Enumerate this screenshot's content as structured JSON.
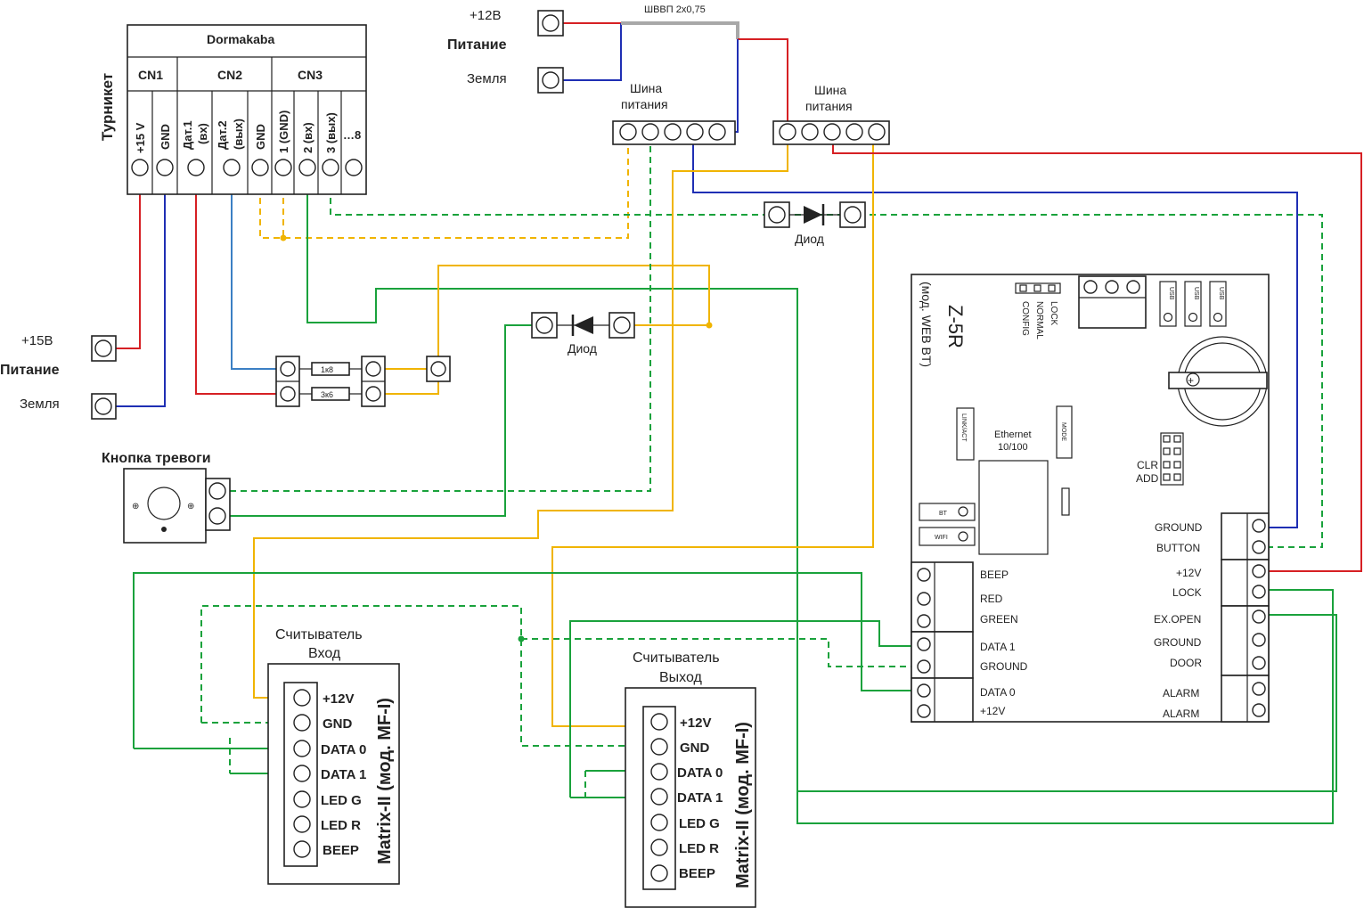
{
  "colors": {
    "red": "#d62024",
    "blue": "#1f2fb4",
    "green": "#1aa23c",
    "yellow": "#f0b400",
    "light_blue": "#3b7fc4",
    "cable": "#a8a8a8"
  },
  "power12": {
    "plus": "+12В",
    "title": "Питание",
    "ground": "Земля",
    "cable": "ШВВП 2х0,75"
  },
  "bus": {
    "label_line1": "Шина",
    "label_line2": "питания"
  },
  "turnstile": {
    "side_label": "Турникет",
    "brand": "Dormakaba",
    "cn1": "CN1",
    "cn2": "CN2",
    "cn3": "CN3",
    "pins": [
      "+15 V",
      "GND",
      "Дат.1",
      "(вх)",
      "Дат.2",
      "(вых)",
      "GND",
      "1 (GND)",
      "2 (вх)",
      "3 (вых)",
      "…8"
    ]
  },
  "power15": {
    "plus": "+15В",
    "title": "Питание",
    "ground": "Земля"
  },
  "resistors": {
    "r1": "1к8",
    "r2": "3к6"
  },
  "diode": "Диод",
  "alarm_button": "Кнопка тревоги",
  "controller": {
    "model": "Z-5R",
    "variant": "(мод. WEB BT)",
    "modes": [
      "LOCK",
      "NORMAL",
      "CONFIG"
    ],
    "usb": "USB",
    "link": "LINK/ACT",
    "ethernet_line1": "Ethernet",
    "ethernet_line2": "10/100",
    "mode": "MODE",
    "bt": "BT",
    "wifi": "WIFI",
    "clr": "CLR",
    "add": "ADD",
    "left_terms": [
      "BEEP",
      "RED",
      "GREEN",
      "DATA 1",
      "GROUND",
      "DATA 0",
      "+12V"
    ],
    "right_terms": [
      "GROUND",
      "BUTTON",
      "+12V",
      "LOCK",
      "EX.OPEN",
      "GROUND",
      "DOOR",
      "ALARM",
      "ALARM"
    ]
  },
  "reader_in": {
    "title_line1": "Считыватель",
    "title_line2": "Вход",
    "model": "Matrix-II (мод. MF-I)",
    "pins": [
      "+12V",
      "GND",
      "DATA 0",
      "DATA 1",
      "LED G",
      "LED R",
      "BEEP"
    ]
  },
  "reader_out": {
    "title_line1": "Считыватель",
    "title_line2": "Выход",
    "model": "Matrix-II (мод. MF-I)",
    "pins": [
      "+12V",
      "GND",
      "DATA 0",
      "DATA 1",
      "LED G",
      "LED R",
      "BEEP"
    ]
  }
}
